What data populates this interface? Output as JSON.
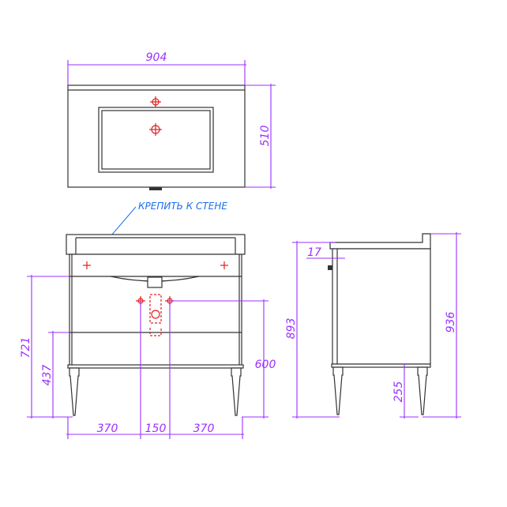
{
  "label": {
    "mount_to_wall": "КРЕПИТЬ К СТЕНЕ"
  },
  "dimensions": {
    "top_width": "904",
    "top_depth": "510",
    "front_height_721": "721",
    "front_height_437": "437",
    "front_height_600": "600",
    "bottom_left": "370",
    "bottom_center": "150",
    "bottom_right": "370",
    "side_offset": "17",
    "side_height_893": "893",
    "side_height_936": "936",
    "leg_height": "255"
  },
  "colors": {
    "dimension": "#9b30ff",
    "fitting": "#e02020",
    "callout": "#1e6ef0",
    "outline": "#333333"
  }
}
